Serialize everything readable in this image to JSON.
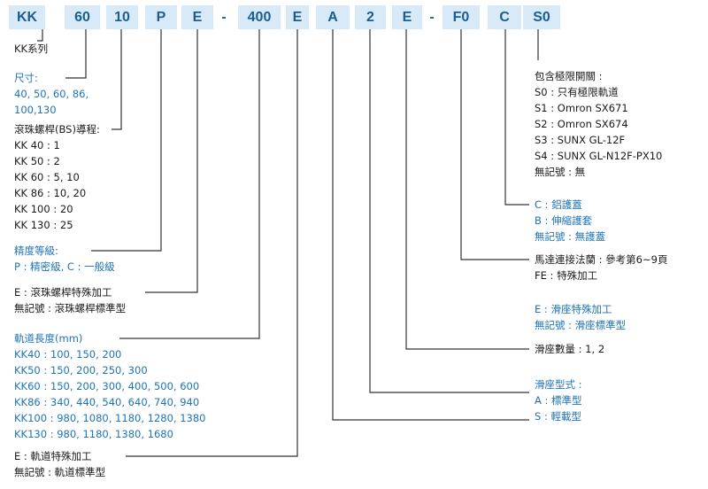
{
  "code": {
    "segments": [
      "KK",
      "60",
      "10",
      "P",
      "E",
      "-",
      "400",
      "E",
      "A",
      "2",
      "E",
      "-",
      "F0",
      "C",
      "S0"
    ]
  },
  "colors": {
    "code_bg": "#d8eaf7",
    "code_text": "#1b5e92",
    "accent": "#1e73b7",
    "text": "#1a1a1a",
    "line": "#333333"
  },
  "notes": {
    "series": {
      "lines": [
        "KK系列"
      ]
    },
    "size": {
      "title": "尺寸:",
      "lines": [
        "40, 50, 60, 86,",
        "100,130"
      ]
    },
    "lead": {
      "title": "滾珠螺桿(BS)導程:",
      "lines": [
        "KK 40 : 1",
        "KK 50 : 2",
        "KK 60 : 5, 10",
        "KK 86 : 10, 20",
        "KK 100 : 20",
        "KK 130 : 25"
      ]
    },
    "precision": {
      "title": "精度等級:",
      "lines": [
        "P : 精密級, C : 一般級"
      ]
    },
    "ballscrew_special": {
      "lines": [
        "E : 滾珠螺桿特殊加工",
        "無記號 : 滾珠螺桿標準型"
      ]
    },
    "rail_length": {
      "title": "軌道長度(mm)",
      "lines": [
        "KK40 : 100, 150, 200",
        "KK50 : 150, 200, 250, 300",
        "KK60 : 150, 200, 300, 400, 500, 600",
        "KK86 : 340, 440, 540, 640, 740, 940",
        "KK100 : 980, 1080, 1180, 1280, 1380",
        "KK130 : 980, 1180, 1380, 1680"
      ]
    },
    "rail_special": {
      "lines": [
        "E : 軌道特殊加工",
        "無記號 : 軌道標準型"
      ]
    },
    "limit_switch": {
      "title": "包含極限開關 :",
      "lines": [
        "S0 : 只有極限軌道",
        "S1 : Omron SX671",
        "S2 : Omron SX674",
        "S3 : SUNX GL-12F",
        "S4 : SUNX GL-N12F-PX10",
        "無記號 : 無"
      ]
    },
    "cover": {
      "lines": [
        "C : 鋁護蓋",
        "B : 伸縮護套",
        "無記號 : 無護蓋"
      ]
    },
    "motor_flange": {
      "lines": [
        "馬達連接法蘭 : 參考第6~9頁",
        "FE : 特殊加工"
      ]
    },
    "slider_special": {
      "lines": [
        "E : 滑座特殊加工",
        "無記號 : 滑座標準型"
      ]
    },
    "slider_count": {
      "lines": [
        "滑座數量 : 1, 2"
      ]
    },
    "slider_type": {
      "title": "滑座型式 :",
      "lines": [
        "A : 標準型",
        "S : 輕載型"
      ]
    }
  }
}
